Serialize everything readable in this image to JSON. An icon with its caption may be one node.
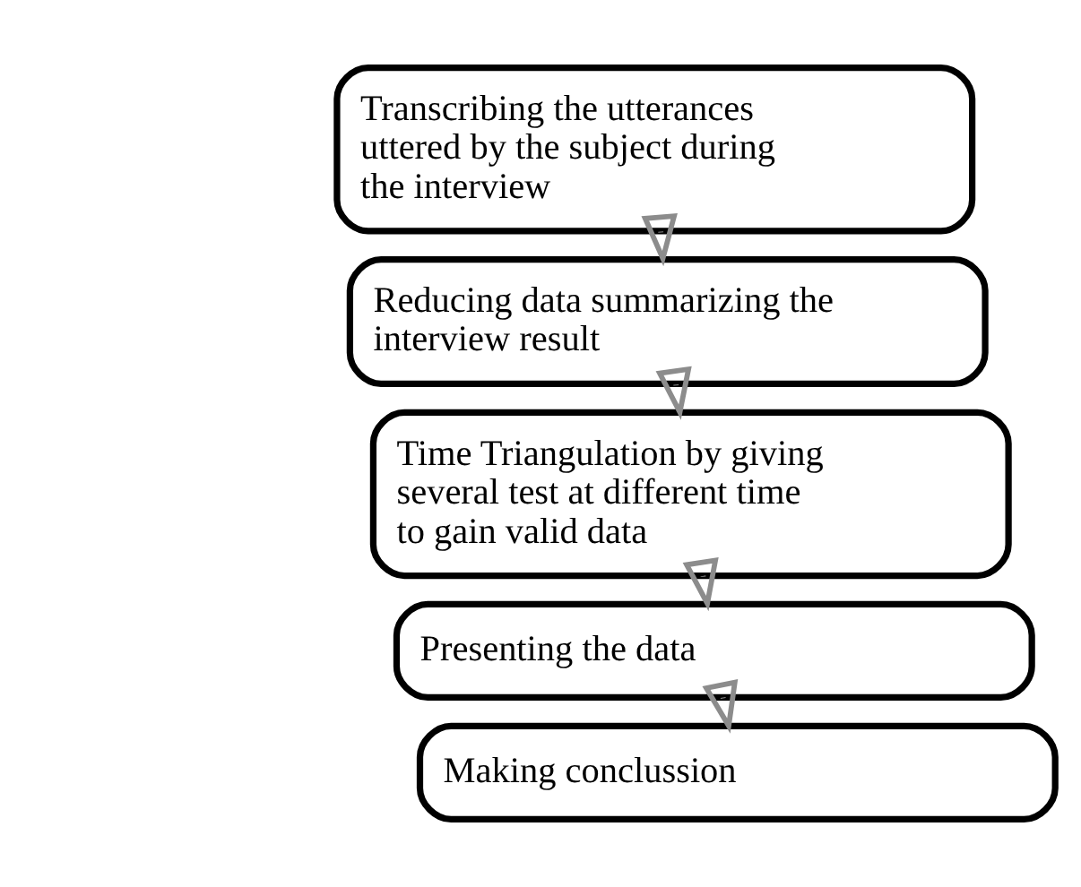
{
  "diagram": {
    "nodes": [
      {
        "text": [
          "Transcribing the utterances uttered by the subject during the interview"
        ]
      },
      {
        "text": [
          "Reducing data summarizing the interview result"
        ]
      },
      {
        "text": [
          "Time Triangulation by giving several test at different time to gain valid data"
        ]
      },
      {
        "text": [
          "Presenting the data"
        ]
      },
      {
        "text": [
          "Making conclussion"
        ]
      }
    ],
    "edges": [
      {
        "from": 0,
        "to": 1,
        "arrow": "to"
      },
      {
        "from": 1,
        "to": 2,
        "arrow": "to"
      },
      {
        "from": 2,
        "to": 3,
        "arrow": "to"
      },
      {
        "from": 3,
        "to": 4,
        "arrow": "to"
      }
    ]
  }
}
